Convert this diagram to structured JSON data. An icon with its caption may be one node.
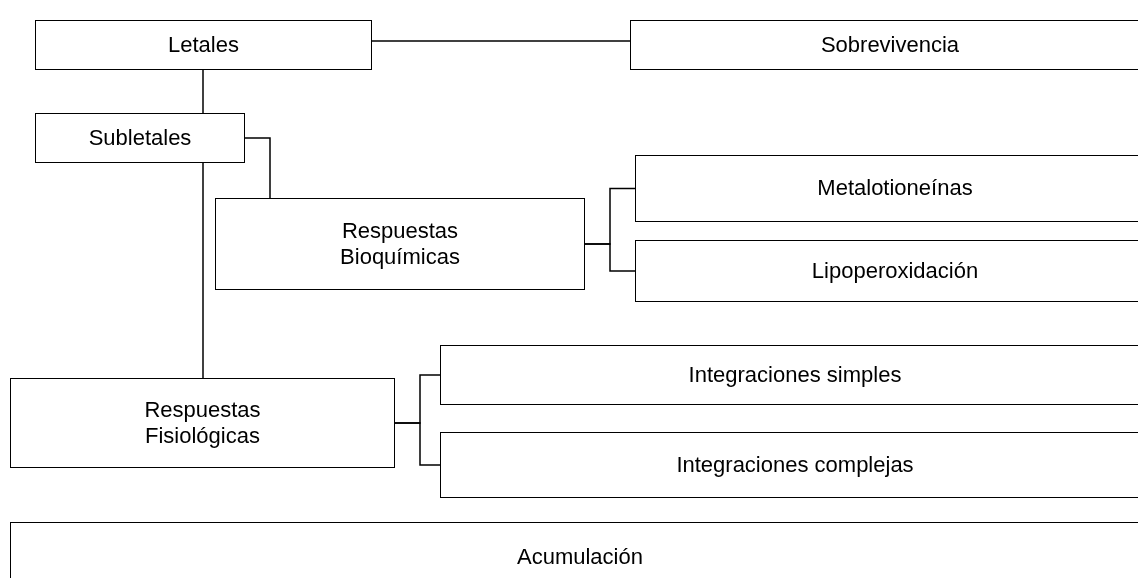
{
  "diagram": {
    "nodes": [
      {
        "text": [
          "Letales"
        ]
      },
      {
        "text": [
          "Sobrevivencia"
        ]
      },
      {
        "text": [
          "Subletales"
        ]
      },
      {
        "text": [
          "Respuestas Bioquímicas"
        ]
      },
      {
        "text": [
          "Metalotioneínas"
        ]
      },
      {
        "text": [
          "Lipoperoxidación"
        ]
      },
      {
        "text": [
          "Respuestas Fisiológicas"
        ]
      },
      {
        "text": [
          "Integraciones simples"
        ]
      },
      {
        "text": [
          "Integraciones complejas"
        ]
      },
      {
        "text": [
          "Acumulación"
        ]
      }
    ],
    "edges": [
      {
        "from": 0,
        "to": 1,
        "arrow": "none"
      },
      {
        "from": 0,
        "to": 2,
        "arrow": "none"
      },
      {
        "from": 2,
        "to": 3,
        "arrow": "none"
      },
      {
        "from": 2,
        "to": 6,
        "arrow": "none"
      },
      {
        "from": 3,
        "to": 4,
        "arrow": "none"
      },
      {
        "from": 3,
        "to": 5,
        "arrow": "none"
      },
      {
        "from": 6,
        "to": 7,
        "arrow": "none"
      },
      {
        "from": 6,
        "to": 8,
        "arrow": "none"
      }
    ]
  }
}
